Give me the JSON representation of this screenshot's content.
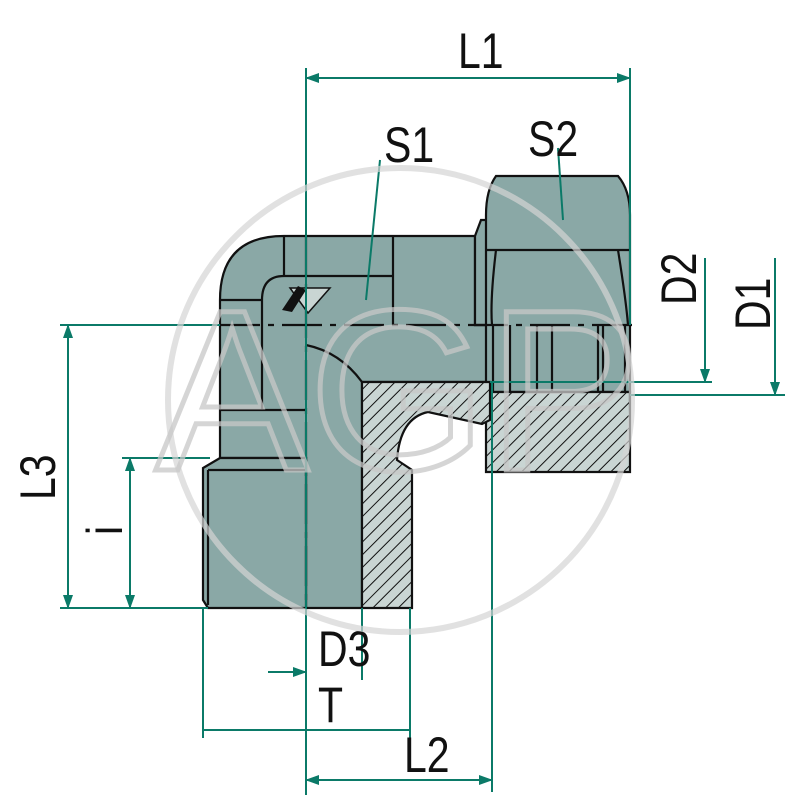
{
  "labels": {
    "L1": "L1",
    "S1": "S1",
    "S2": "S2",
    "D2": "D2",
    "D1": "D1",
    "L3": "L3",
    "i": "i",
    "D3": "D3",
    "T": "T",
    "L2": "L2"
  },
  "watermark": "AGP",
  "colors": {
    "body": "#8aa8a6",
    "section": "#c9d5d3",
    "dimension": "#0b7a68",
    "watermark": "#d9d9d9"
  }
}
